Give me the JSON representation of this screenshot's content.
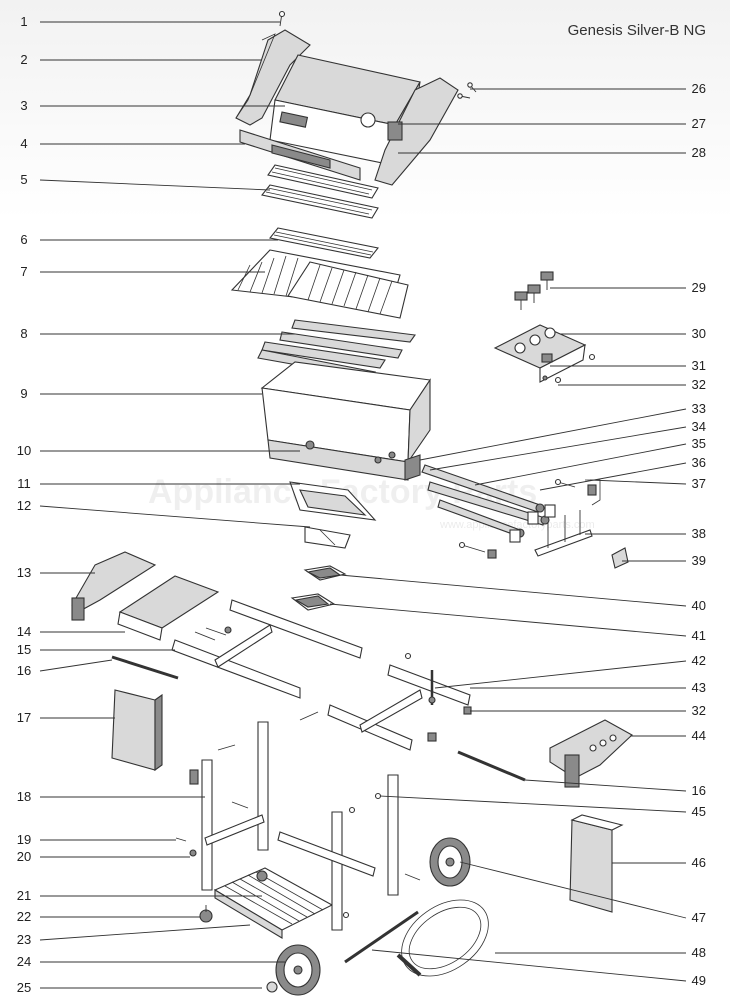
{
  "diagram": {
    "title": "Genesis Silver-B NG",
    "watermark": "Appliance Factory Parts",
    "watermark_url": "www.appliancefactoryparts.com",
    "left_callouts": [
      "1",
      "2",
      "3",
      "4",
      "5",
      "6",
      "7",
      "8",
      "9",
      "10",
      "11",
      "12",
      "13",
      "14",
      "15",
      "16",
      "17",
      "18",
      "19",
      "20",
      "21",
      "22",
      "23",
      "24",
      "25"
    ],
    "right_callouts": [
      "26",
      "27",
      "28",
      "29",
      "30",
      "31",
      "32",
      "33",
      "34",
      "35",
      "36",
      "37",
      "38",
      "39",
      "40",
      "41",
      "42",
      "43",
      "32",
      "44",
      "16",
      "45",
      "46",
      "47",
      "48",
      "49"
    ]
  },
  "colors": {
    "line": "#333333",
    "fill_light": "#d9d9d9",
    "fill_dark": "#8a8a8a"
  }
}
